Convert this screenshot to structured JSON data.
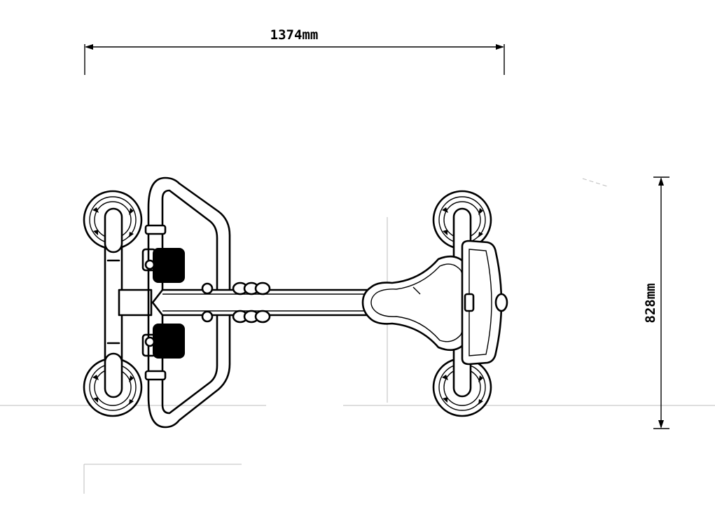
{
  "drawing": {
    "view": "top",
    "subject": "exercise-machine",
    "line_color": "#000000",
    "background": "#ffffff"
  },
  "dimensions": {
    "length": {
      "label": "1374mm"
    },
    "width": {
      "label": "828mm"
    }
  }
}
